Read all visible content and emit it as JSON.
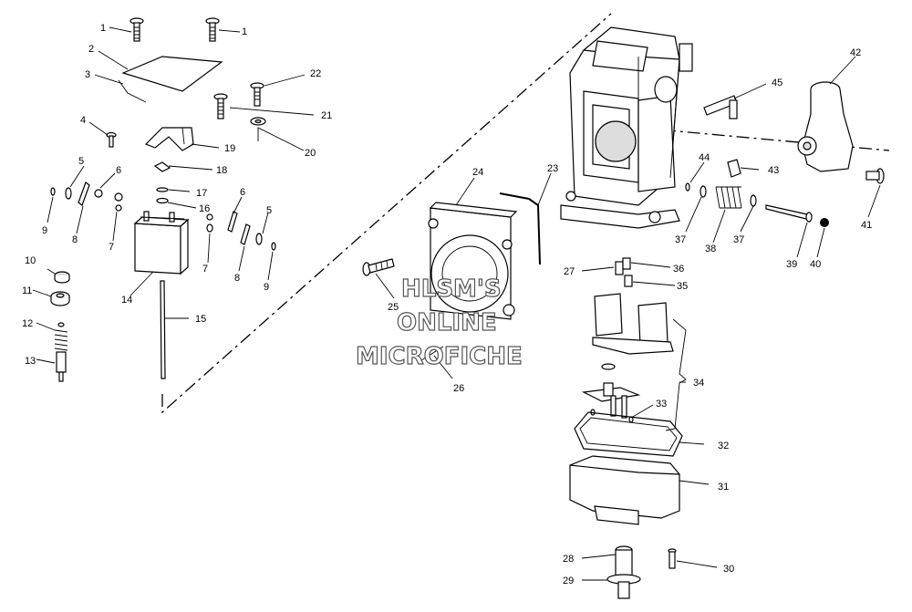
{
  "watermark": {
    "line1": "HLSM'S",
    "line2": "ONLINE",
    "line3": "MICROFICHE"
  },
  "labels": [
    {
      "id": "l1a",
      "text": "1"
    },
    {
      "id": "l1b",
      "text": "1"
    },
    {
      "id": "l2",
      "text": "2"
    },
    {
      "id": "l3",
      "text": "3"
    },
    {
      "id": "l4",
      "text": "4"
    },
    {
      "id": "l5a",
      "text": "5"
    },
    {
      "id": "l6a",
      "text": "6"
    },
    {
      "id": "l9a",
      "text": "9"
    },
    {
      "id": "l8a",
      "text": "8"
    },
    {
      "id": "l7a",
      "text": "7"
    },
    {
      "id": "l10",
      "text": "10"
    },
    {
      "id": "l11",
      "text": "11"
    },
    {
      "id": "l12",
      "text": "12"
    },
    {
      "id": "l13",
      "text": "13"
    },
    {
      "id": "l14",
      "text": "14"
    },
    {
      "id": "l15",
      "text": "15"
    },
    {
      "id": "l16",
      "text": "16"
    },
    {
      "id": "l17",
      "text": "17"
    },
    {
      "id": "l18",
      "text": "18"
    },
    {
      "id": "l19",
      "text": "19"
    },
    {
      "id": "l20",
      "text": "20"
    },
    {
      "id": "l21",
      "text": "21"
    },
    {
      "id": "l22",
      "text": "22"
    },
    {
      "id": "l6b",
      "text": "6"
    },
    {
      "id": "l5b",
      "text": "5"
    },
    {
      "id": "l7b",
      "text": "7"
    },
    {
      "id": "l8b",
      "text": "8"
    },
    {
      "id": "l9b",
      "text": "9"
    },
    {
      "id": "l23",
      "text": "23"
    },
    {
      "id": "l24",
      "text": "24"
    },
    {
      "id": "l25",
      "text": "25"
    },
    {
      "id": "l26",
      "text": "26"
    },
    {
      "id": "l27",
      "text": "27"
    },
    {
      "id": "l28",
      "text": "28"
    },
    {
      "id": "l29",
      "text": "29"
    },
    {
      "id": "l30",
      "text": "30"
    },
    {
      "id": "l31",
      "text": "31"
    },
    {
      "id": "l32",
      "text": "32"
    },
    {
      "id": "l33",
      "text": "33"
    },
    {
      "id": "l34",
      "text": "34"
    },
    {
      "id": "l35",
      "text": "35"
    },
    {
      "id": "l36",
      "text": "36"
    },
    {
      "id": "l37a",
      "text": "37"
    },
    {
      "id": "l37b",
      "text": "37"
    },
    {
      "id": "l38",
      "text": "38"
    },
    {
      "id": "l39",
      "text": "39"
    },
    {
      "id": "l40",
      "text": "40"
    },
    {
      "id": "l41",
      "text": "41"
    },
    {
      "id": "l42",
      "text": "42"
    },
    {
      "id": "l43",
      "text": "43"
    },
    {
      "id": "l44",
      "text": "44"
    },
    {
      "id": "l45",
      "text": "45"
    }
  ]
}
